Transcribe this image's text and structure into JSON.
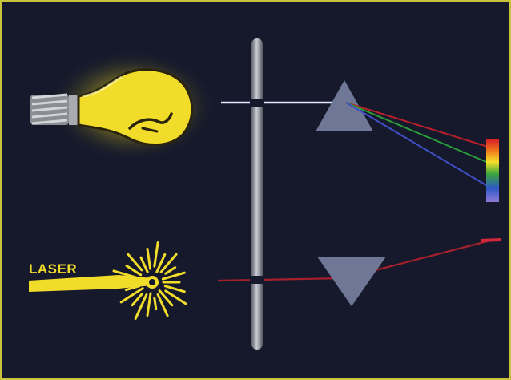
{
  "labels": {
    "laser": "LASER"
  },
  "colors": {
    "background": "#15192b",
    "border": "#c9c23a",
    "bulb": "#f2dc2a",
    "laser": "#f2dc2a",
    "white_beam": "#dfe6ff",
    "laser_beam": "#a5202b",
    "prism": "#6e7896",
    "screen": "#8c8e95"
  },
  "spectrum": [
    "red",
    "orange",
    "yellow",
    "green",
    "blue",
    "violet"
  ]
}
